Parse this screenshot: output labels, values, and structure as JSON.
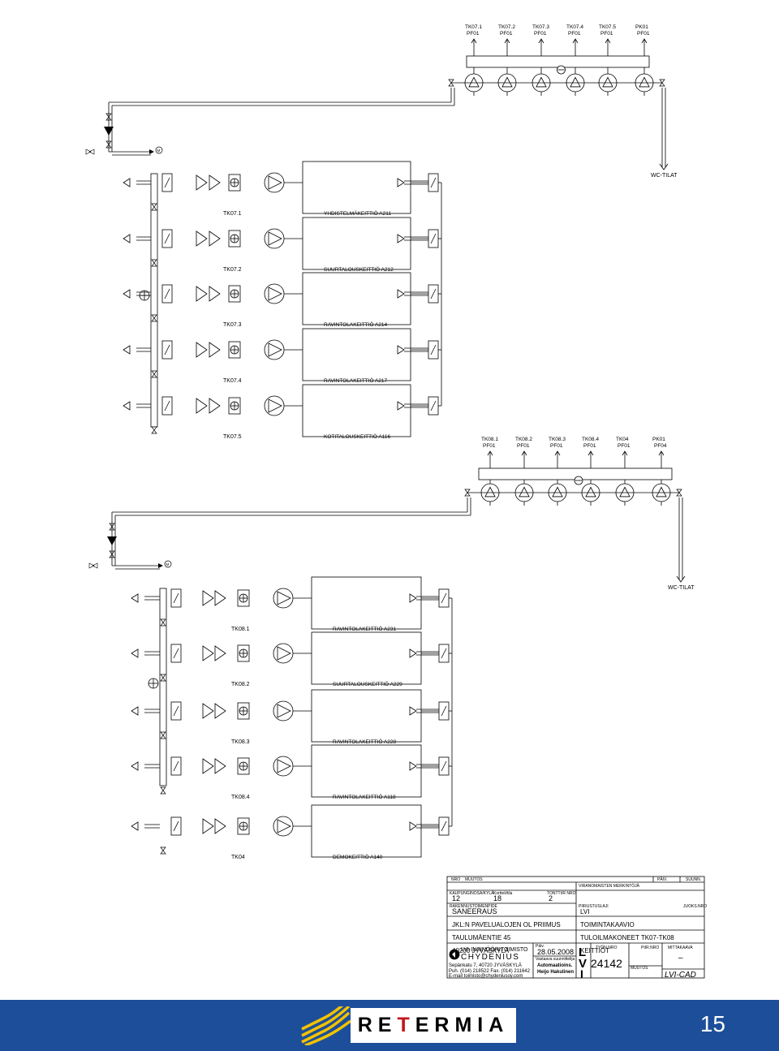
{
  "diagram": {
    "upper": {
      "header_labels": [
        {
          "top": "TK07.1",
          "bottom": "PF01"
        },
        {
          "top": "TK07.2",
          "bottom": "PF01"
        },
        {
          "top": "TK07.3",
          "bottom": "PF01"
        },
        {
          "top": "TK07.4",
          "bottom": "PF01"
        },
        {
          "top": "TK07.5",
          "bottom": "PF01"
        },
        {
          "top": "PK01",
          "bottom": "PF01"
        }
      ],
      "wc_label": "WC-TILAT",
      "branches": [
        {
          "id": "TK07.1",
          "room": "YHDISTELMÄKEITTIÖ  A211"
        },
        {
          "id": "TK07.2",
          "room": "SUURTALOUSKEITTIÖ  A212"
        },
        {
          "id": "TK07.3",
          "room": "RAVINTOLAKEITTIÖ  A214"
        },
        {
          "id": "TK07.4",
          "room": "RAVINTOLAKEITTIÖ  A217"
        },
        {
          "id": "TK07.5",
          "room": "KOTITALOUSKEITTIÖ  A116"
        }
      ]
    },
    "lower": {
      "header_labels": [
        {
          "top": "TK08.1",
          "bottom": "PF01"
        },
        {
          "top": "TK08.2",
          "bottom": "PF01"
        },
        {
          "top": "TK08.3",
          "bottom": "PF01"
        },
        {
          "top": "TK08.4",
          "bottom": "PF01"
        },
        {
          "top": "TK04",
          "bottom": "PF01"
        },
        {
          "top": "PK01",
          "bottom": "PF04"
        }
      ],
      "wc_label": "WC-TILAT",
      "branches": [
        {
          "id": "TK08.1",
          "room": "RAVINTOLAKEITTIÖ  A231"
        },
        {
          "id": "TK08.2",
          "room": "SUURTALOUSKEITTIÖ  A229"
        },
        {
          "id": "TK08.3",
          "room": "RAVINTOLAKEITTIÖ  A228"
        },
        {
          "id": "TK08.4",
          "room": "RAVINTOLAKEITTIÖ  A118"
        },
        {
          "id": "TK04",
          "room": "DEMOKEITTIÖ  A140"
        }
      ]
    }
  },
  "title_block": {
    "revision_header": {
      "nro": "NRO",
      "muutos": "MUUTOS",
      "pvm": "PÄIV.",
      "suunn": "SUUNN."
    },
    "labels": {
      "kaupunginosa": "KAUPUNGINOSA/KYLÄ",
      "kortteli": "Kortteli/tila",
      "tontti": "TONTTI/R NRO",
      "viranomainen": "VIRANOMAISTEN MERKINTÖJÄ",
      "rakennustoimenpide": "RAKENNUSTOIMENPIDE",
      "piirustuslaji": "PIIRUSTUSLAJI",
      "juoksunro": "JUOKS.NRO",
      "pvm": "Päiv.",
      "vastaava": "Vastaava suunnittelija",
      "tyon_nro": "TYÖN NRO",
      "piir_nro": "PIIR.NRO",
      "mittakaava": "MITTAKAAVA",
      "muutos": "MUUTOS"
    },
    "values": {
      "kaupunginosa": "12",
      "kortteli": "18",
      "tontti": "2",
      "toimenpide": "SANEERAUS",
      "piirustuslaji": "LVI",
      "kohde": "JKL:N PAVELUALOJEN OL PRIIMUS",
      "sisalto1": "TOIMINTAKAAVIO",
      "osoite": "TAULUMÄENTIE 45",
      "sisalto2": "TULOILMAKONEET TK07-TK08",
      "postinro": "40200  JYVÄSKYLÄ",
      "sisalto3": "KEITTIÖT",
      "pvm": "28.05.2008",
      "suunnittelija1": "Automaatioins.",
      "suunnittelija2": "Heijo Hakulinen",
      "tyon_nro": "24142",
      "mittakaava": "–",
      "lvi_cad": "LVI-CAD"
    },
    "lvi_letters": [
      "L",
      "V",
      "I"
    ],
    "company": {
      "line1": "LVI-INSINÖÖRITOIMISTO",
      "name": "CHYDENIUS",
      "address": "Sepänkatu 7, 40720 JYVÄSKYLÄ",
      "phone": "Puh. (014) 218522 Fax. (014) 211642",
      "email": "E-mail toimisto@chydeniusoy.com"
    }
  },
  "footer": {
    "brand": "RETERMIA",
    "page_number": "15",
    "colors": {
      "band": "#1d4e9a",
      "accent": "#c4161c",
      "waves": "#f2c300"
    }
  }
}
